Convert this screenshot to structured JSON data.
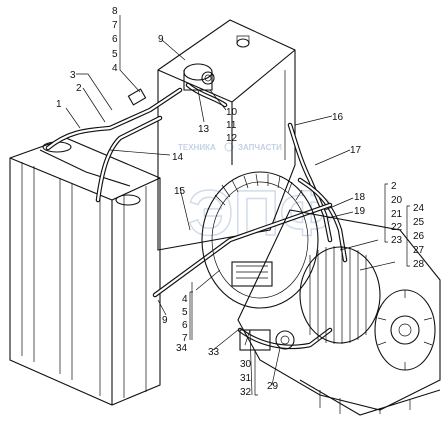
{
  "watermark": {
    "logo_letters": "ЭПФ",
    "line1": "ЗАПЧАСТИ",
    "line2": "ТЕХНИКА"
  },
  "callouts": [
    {
      "id": "c1",
      "text": "1"
    },
    {
      "id": "c2",
      "text": "2"
    },
    {
      "id": "c3",
      "text": "3"
    },
    {
      "id": "c4a",
      "text": "4"
    },
    {
      "id": "c5a",
      "text": "5"
    },
    {
      "id": "c6a",
      "text": "6"
    },
    {
      "id": "c7a",
      "text": "7"
    },
    {
      "id": "c8",
      "text": "8"
    },
    {
      "id": "c9a",
      "text": "9"
    },
    {
      "id": "c9b",
      "text": "9"
    },
    {
      "id": "c10",
      "text": "10"
    },
    {
      "id": "c11",
      "text": "11"
    },
    {
      "id": "c12",
      "text": "12"
    },
    {
      "id": "c13",
      "text": "13"
    },
    {
      "id": "c14",
      "text": "14"
    },
    {
      "id": "c15",
      "text": "15"
    },
    {
      "id": "c16",
      "text": "16"
    },
    {
      "id": "c17",
      "text": "17"
    },
    {
      "id": "c18",
      "text": "18"
    },
    {
      "id": "c19",
      "text": "19"
    },
    {
      "id": "c2b",
      "text": "2"
    },
    {
      "id": "c20",
      "text": "20"
    },
    {
      "id": "c21",
      "text": "21"
    },
    {
      "id": "c22",
      "text": "22"
    },
    {
      "id": "c23",
      "text": "23"
    },
    {
      "id": "c24",
      "text": "24"
    },
    {
      "id": "c25",
      "text": "25"
    },
    {
      "id": "c26",
      "text": "26"
    },
    {
      "id": "c27",
      "text": "27"
    },
    {
      "id": "c28",
      "text": "28"
    },
    {
      "id": "c4b",
      "text": "4"
    },
    {
      "id": "c5b",
      "text": "5"
    },
    {
      "id": "c6b",
      "text": "6"
    },
    {
      "id": "c7b",
      "text": "7"
    },
    {
      "id": "c34",
      "text": "34"
    },
    {
      "id": "c33",
      "text": "33"
    },
    {
      "id": "c30",
      "text": "30"
    },
    {
      "id": "c31",
      "text": "31"
    },
    {
      "id": "c32",
      "text": "32"
    },
    {
      "id": "c29",
      "text": "29"
    }
  ]
}
